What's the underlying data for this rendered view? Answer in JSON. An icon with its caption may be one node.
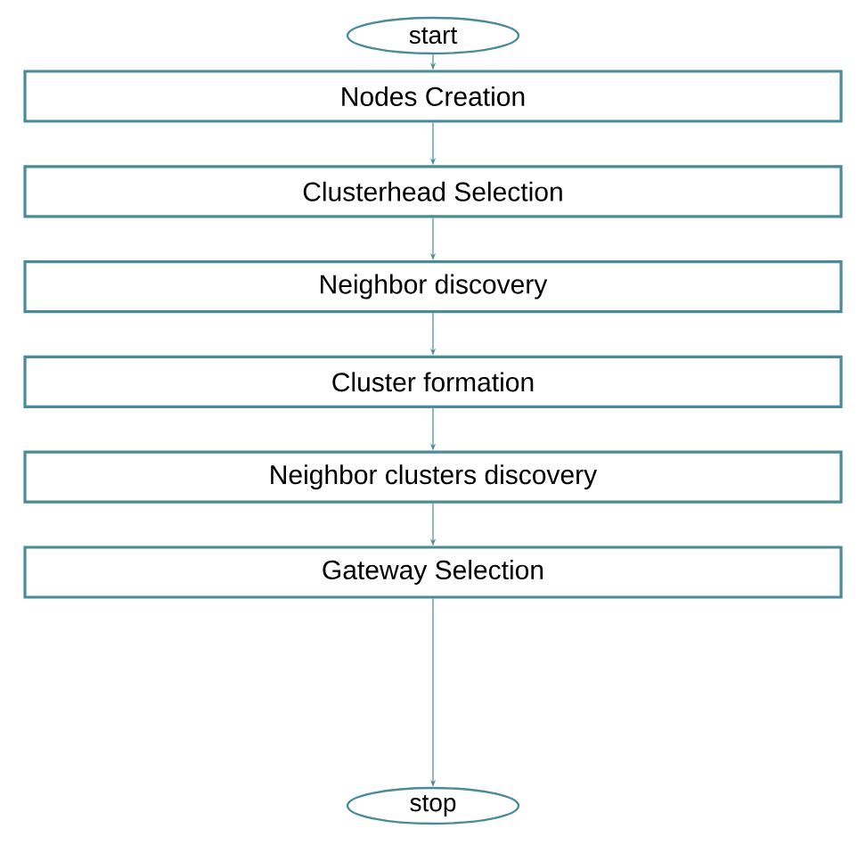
{
  "diagram": {
    "nodes": [
      {
        "text": [
          "start"
        ]
      },
      {
        "text": [
          "Nodes Creation"
        ]
      },
      {
        "text": [
          "Clusterhead Selection"
        ]
      },
      {
        "text": [
          "Neighbor discovery"
        ]
      },
      {
        "text": [
          "Cluster formation"
        ]
      },
      {
        "text": [
          "Neighbor clusters discovery"
        ]
      },
      {
        "text": [
          "Gateway Selection"
        ]
      },
      {
        "text": [
          "stop"
        ]
      }
    ],
    "edges": [
      {
        "from": 0,
        "to": 1,
        "arrow": "to"
      },
      {
        "from": 1,
        "to": 2,
        "arrow": "to"
      },
      {
        "from": 2,
        "to": 3,
        "arrow": "to"
      },
      {
        "from": 3,
        "to": 4,
        "arrow": "to"
      },
      {
        "from": 4,
        "to": 5,
        "arrow": "to"
      },
      {
        "from": 5,
        "to": 6,
        "arrow": "to"
      },
      {
        "from": 6,
        "to": 7,
        "arrow": "to"
      }
    ]
  }
}
